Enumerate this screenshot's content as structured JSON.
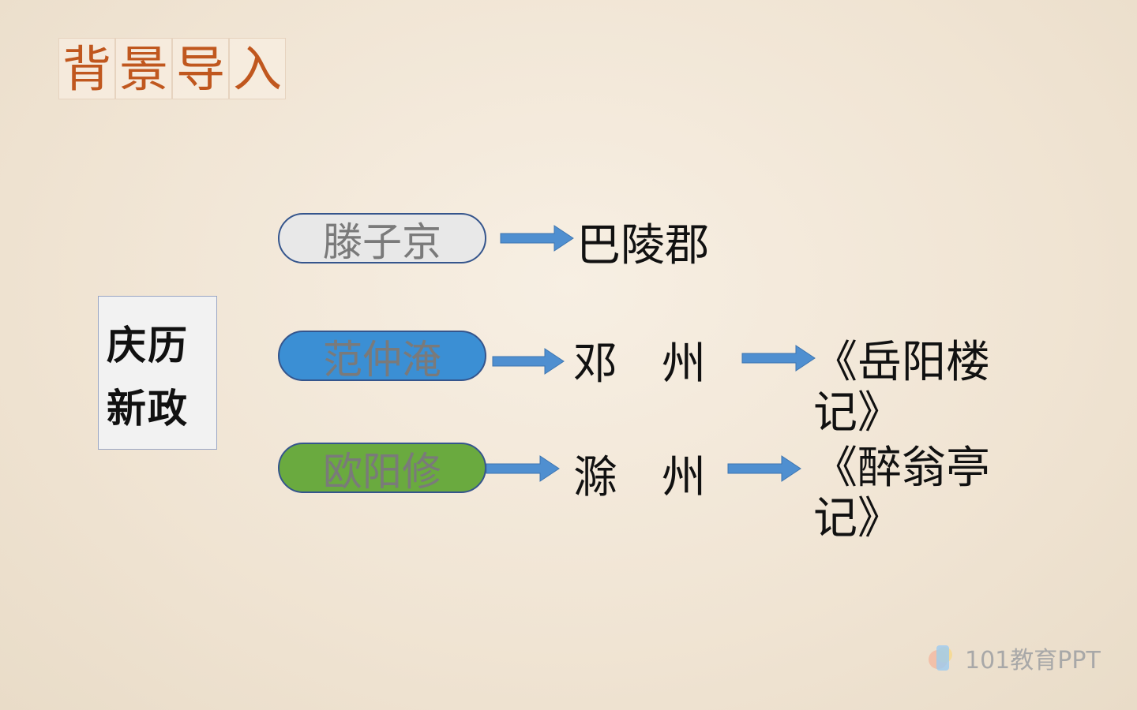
{
  "title": {
    "chars": [
      "背",
      "景",
      "导",
      "入"
    ]
  },
  "left_box": {
    "line1": "庆历",
    "line2": "新政"
  },
  "rows": [
    {
      "person": "滕子京",
      "place": "巴陵郡"
    },
    {
      "person": "范仲淹",
      "place": "邓　州",
      "work_line1": "《岳阳楼",
      "work_line2": "记》"
    },
    {
      "person": "欧阳修",
      "place": "滁　州",
      "work_line1": "《醉翁亭",
      "work_line2": "记》"
    }
  ],
  "colors": {
    "accent": "#c0571e",
    "arrow": "#4f8fd0",
    "pill_blue": "#3b8fd4",
    "pill_green": "#6aaa3f"
  },
  "watermark": {
    "text": "101教育PPT"
  }
}
